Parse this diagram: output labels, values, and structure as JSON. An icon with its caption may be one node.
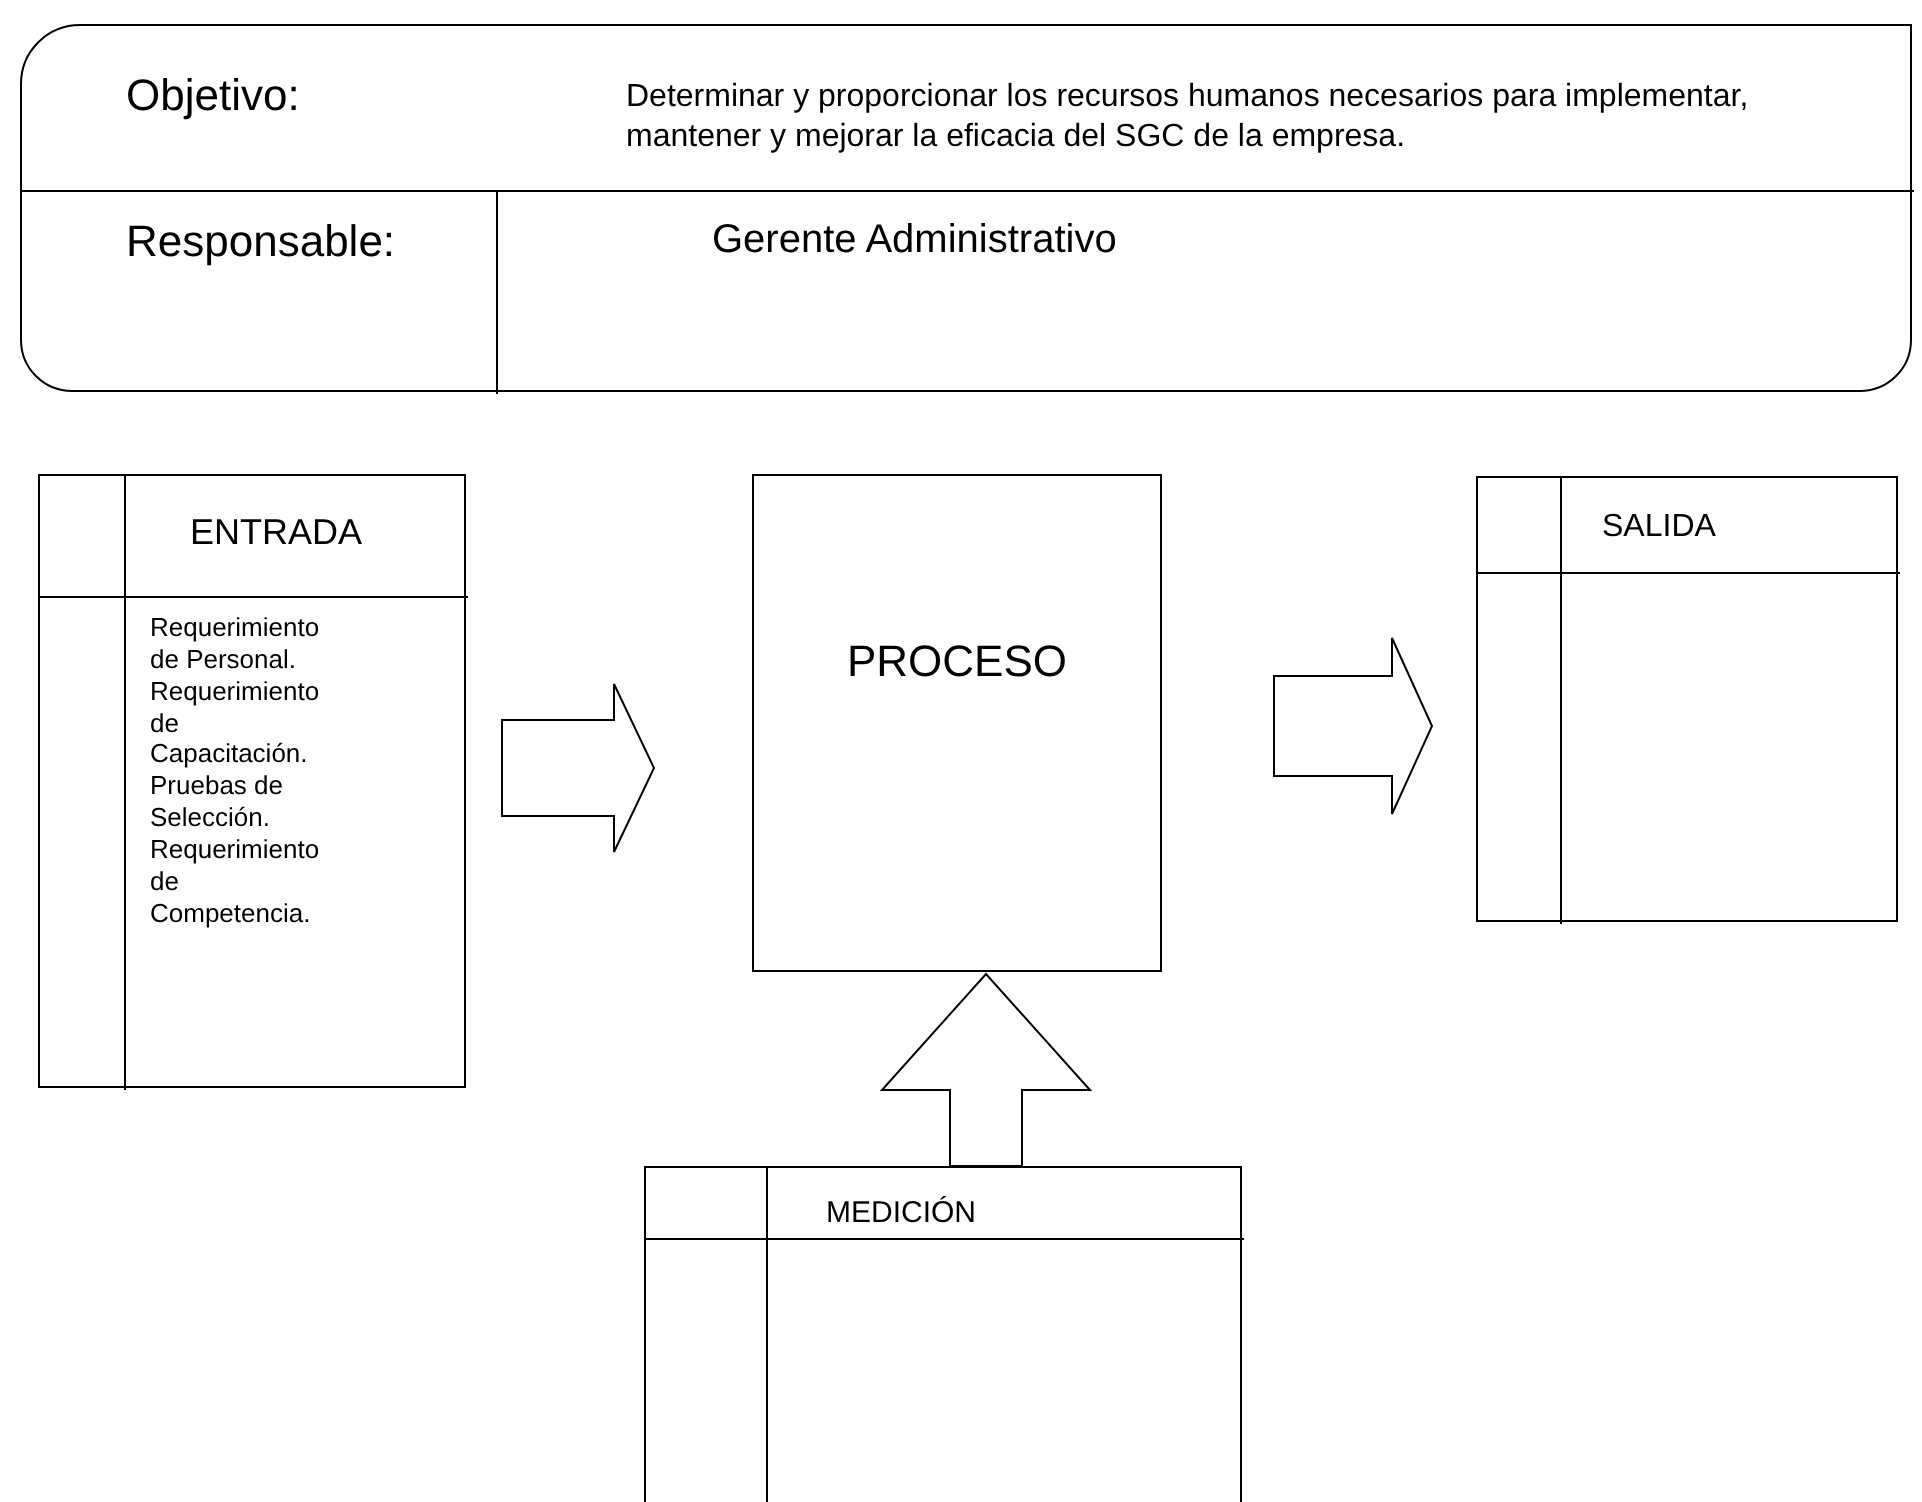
{
  "diagram": {
    "nodes": [
      {
        "text": [
          "Objetivo:",
          "Determinar y proporcionar los recursos humanos necesarios para implementar, mantener y mejorar la eficacia del SGC de la empresa.",
          "Responsable:",
          "Gerente Administrativo"
        ]
      },
      {
        "text": [
          "ENTRADA",
          "Requerimiento de Personal. Requerimiento de Capacitación. Pruebas de Selección. Requerimiento de Competencia."
        ]
      },
      {
        "text": [
          "PROCESO"
        ]
      },
      {
        "text": [
          "SALIDA"
        ]
      },
      {
        "text": [
          "MEDICIÓN"
        ]
      }
    ],
    "edges": [
      {
        "from": 1,
        "to": 2,
        "arrow": "to"
      },
      {
        "from": 2,
        "to": 3,
        "arrow": "to"
      },
      {
        "from": 4,
        "to": 2,
        "arrow": "to"
      }
    ]
  }
}
